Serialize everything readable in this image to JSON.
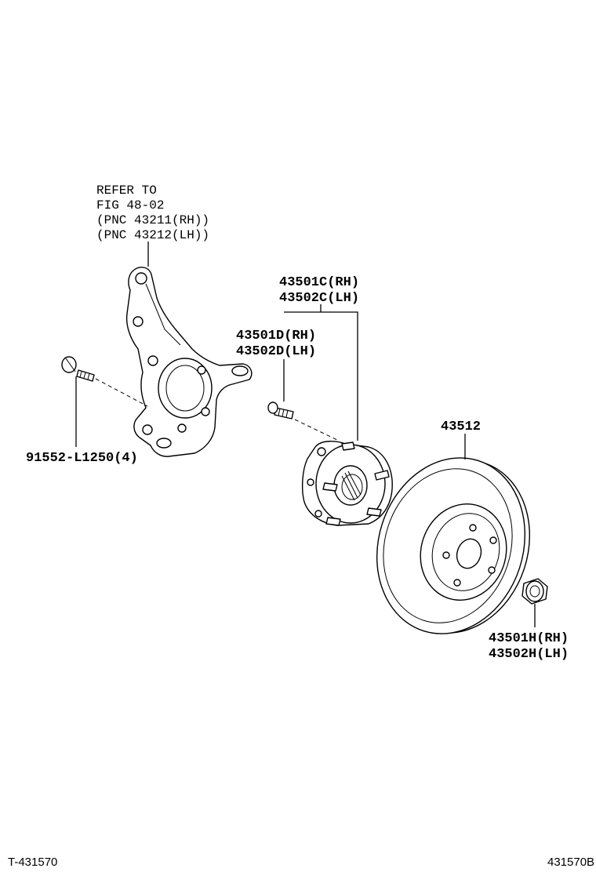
{
  "knuckle_callout": {
    "line1": "REFER TO",
    "line2": "FIG 48-02",
    "line3": "(PNC 43211(RH))",
    "line4": "(PNC 43212(LH))"
  },
  "hub_callout": {
    "rh": "43501C(RH)",
    "lh": "43502C(LH)"
  },
  "hub_bolt_callout": {
    "rh": "43501D(RH)",
    "lh": "43502D(LH)"
  },
  "knuckle_bolt_callout": {
    "text": "91552-L1250(4)"
  },
  "disc_callout": {
    "text": "43512"
  },
  "nut_callout": {
    "rh": "43501H(RH)",
    "lh": "43502H(LH)"
  },
  "footer": {
    "left": "T-431570",
    "right": "431570B"
  }
}
